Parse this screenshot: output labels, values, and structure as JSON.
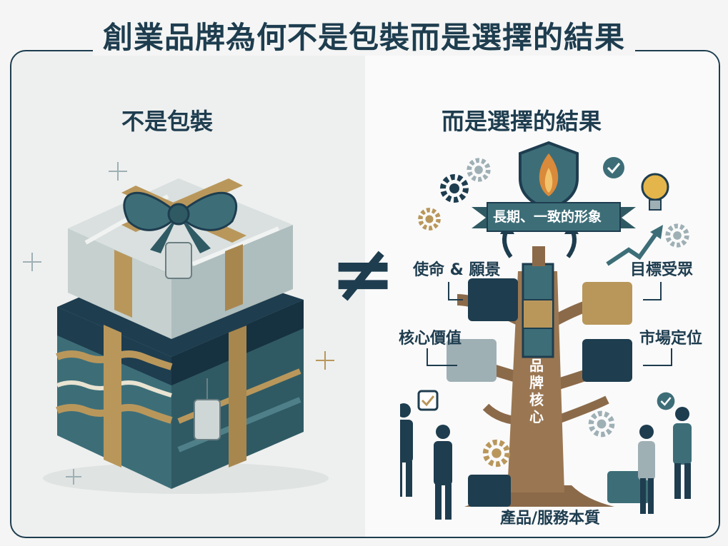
{
  "title": "創業品牌為何不是包裝而是選擇的結果",
  "left": {
    "heading": "不是包裝"
  },
  "right": {
    "heading": "而是選擇的結果",
    "banner": "長期、一致的形象",
    "trunk": "品牌核心",
    "labels": {
      "mission": "使命 & 願景",
      "audience": "目標受眾",
      "values": "核心價值",
      "positioning": "市場定位",
      "product": "產品/服務本質"
    }
  },
  "symbol": "≠",
  "colors": {
    "navy": "#1e3d4f",
    "teal": "#3d6e78",
    "gold": "#b9975b",
    "brown": "#8b6a4a",
    "slate": "#9fb0b5"
  }
}
